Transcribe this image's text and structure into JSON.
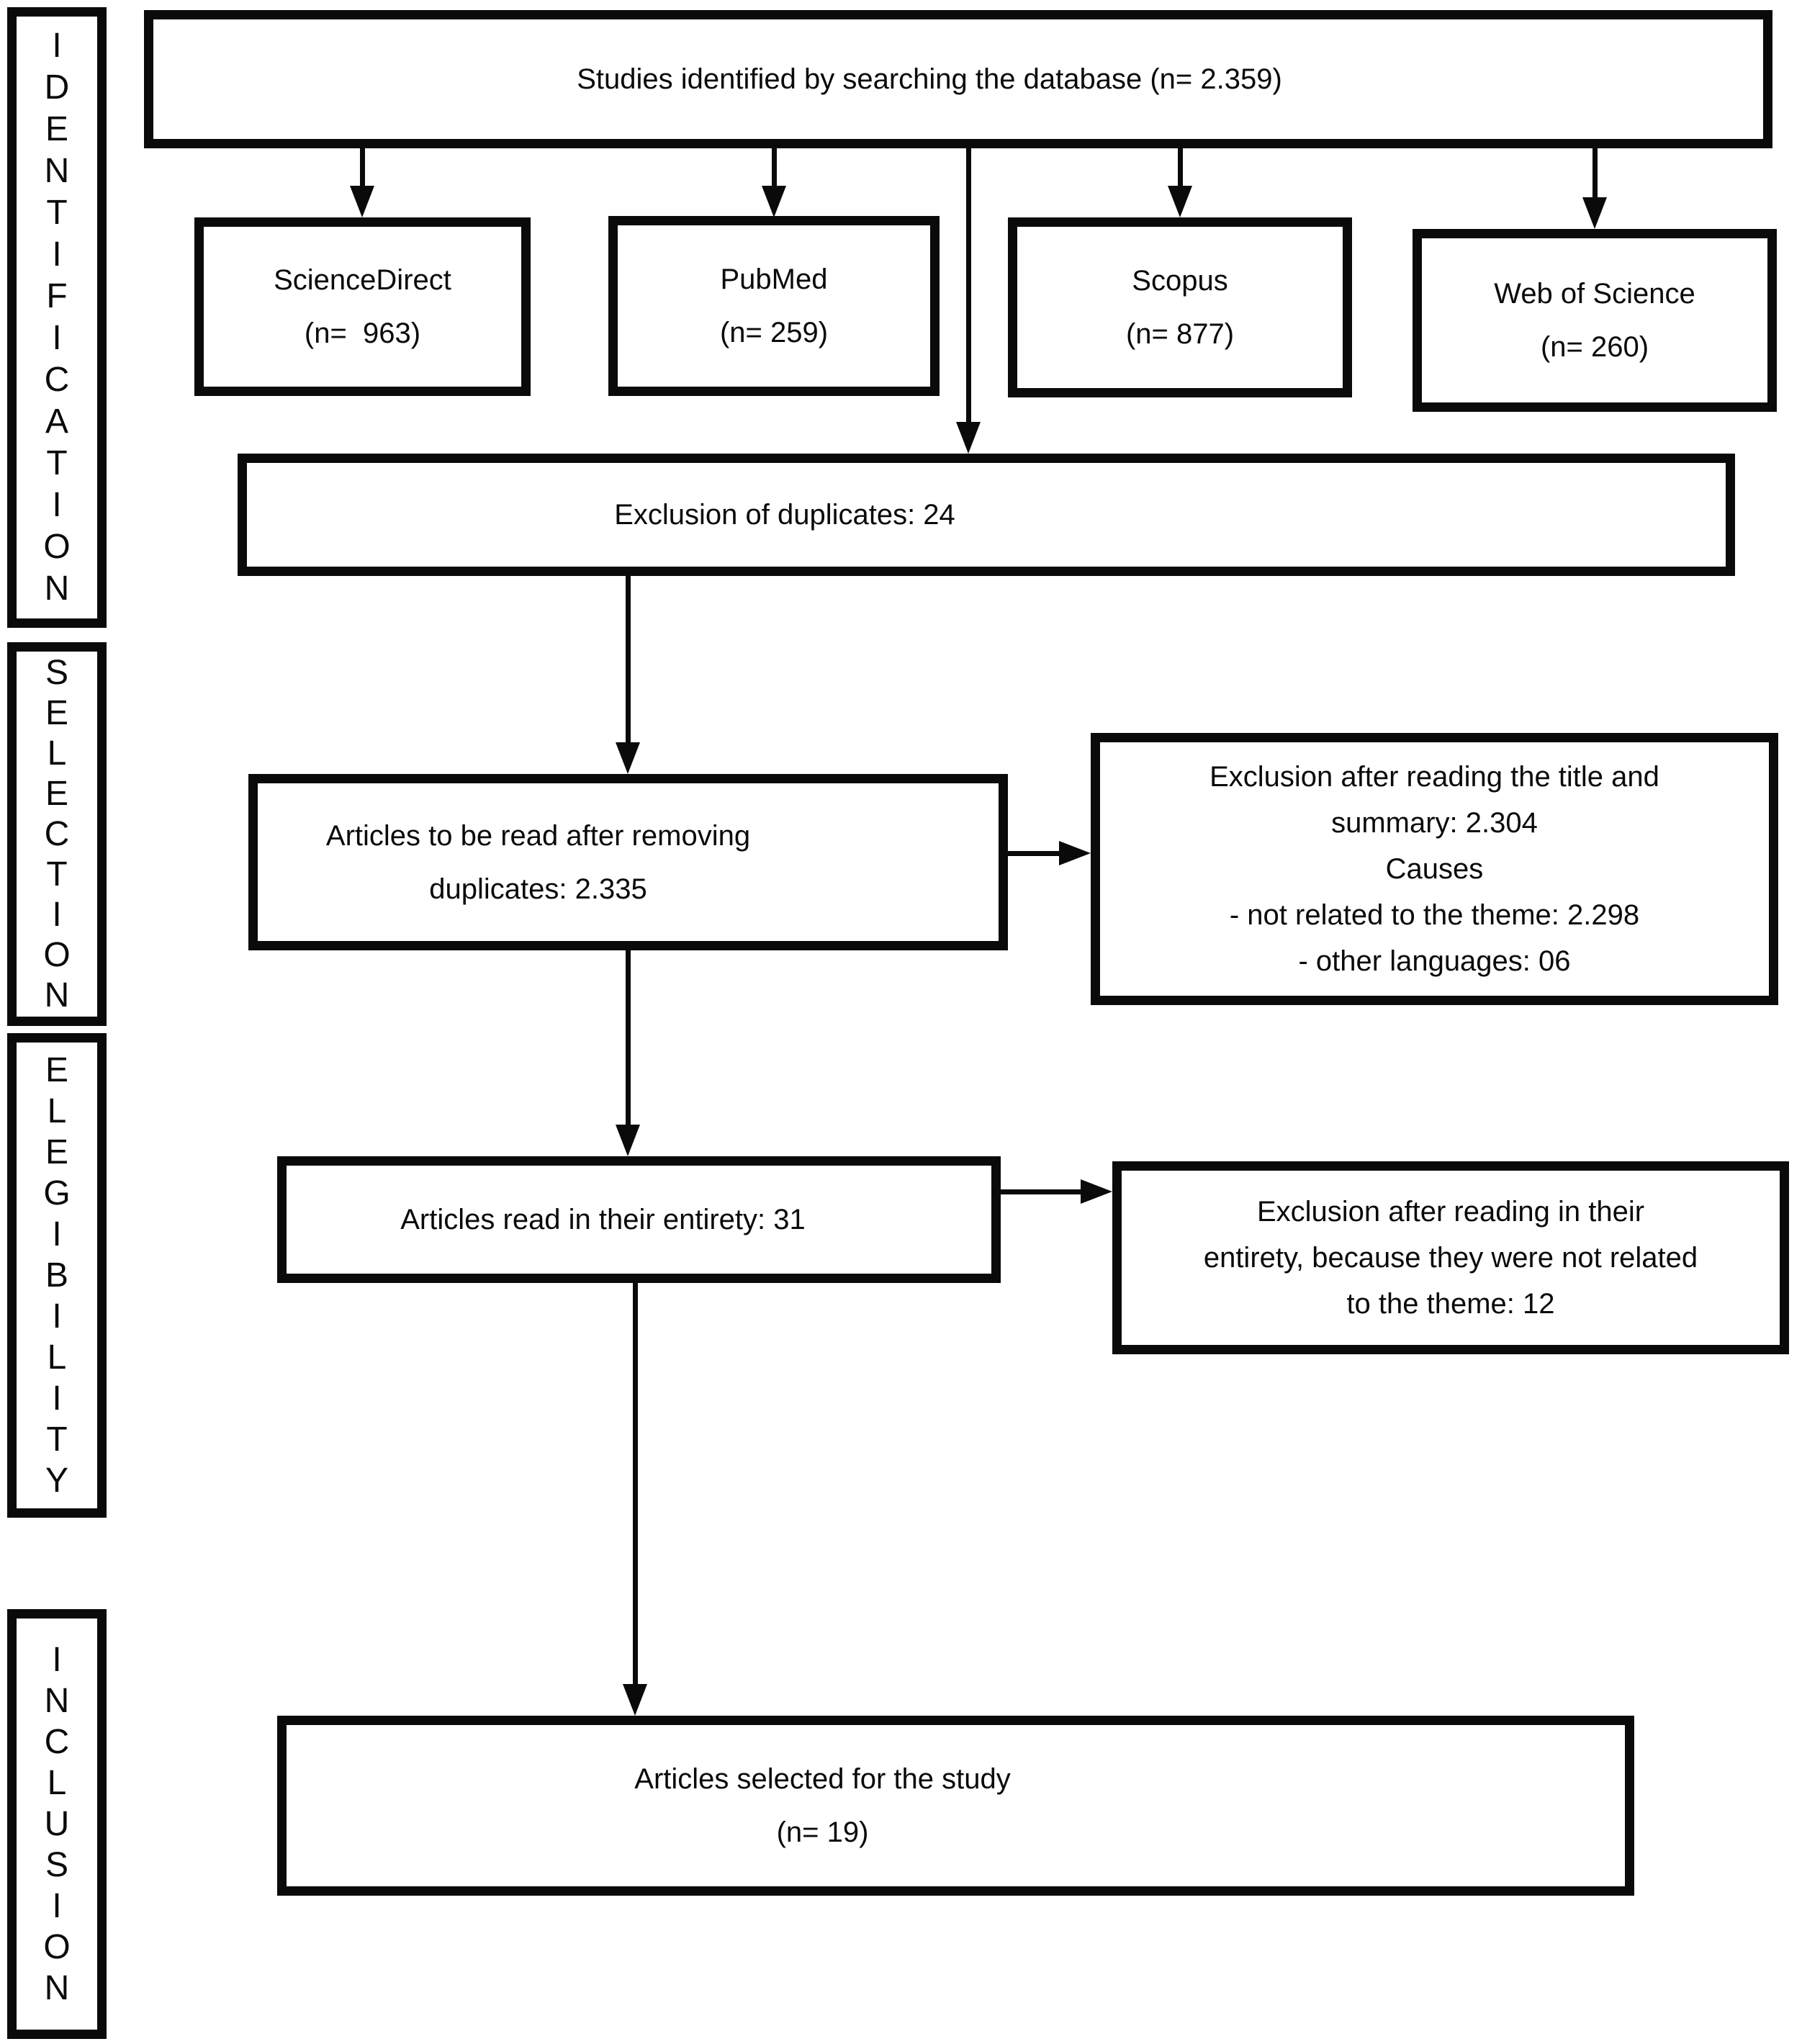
{
  "stages": [
    {
      "word": "IDENTIFICATION",
      "letters": "I\nD\nE\nN\nT\nI\nF\nI\nC\nA\nT\nI\nO\nN"
    },
    {
      "word": "SELECTION",
      "letters": "S\nE\nL\nE\nC\nT\nI\nO\nN"
    },
    {
      "word": "ELEGIBILITY",
      "letters": "E\nL\nE\nG\nI\nB\nI\nL\nI\nT\nY"
    },
    {
      "word": "INCLUSION",
      "letters": "I\nN\nC\nL\nU\nS\nI\nO\nN"
    }
  ],
  "boxes": {
    "identified": "Studies identified by searching the database (n= 2.359)",
    "duplicates": "Exclusion of duplicates: 24",
    "to_read": "Articles to be read after removing\nduplicates: 2.335",
    "exclusion_title": "Exclusion after reading the title and\nsummary: 2.304\nCauses\n- not related to the theme: 2.298\n- other languages: 06",
    "read_entirety": "Articles read in their entirety: 31",
    "exclusion_entirety": "Exclusion after reading in their\nentirety, because they were not related\nto the theme: 12",
    "selected": "Articles selected for the study\n(n= 19)"
  },
  "sources": [
    {
      "name": "ScienceDirect",
      "count": "(n=  963)"
    },
    {
      "name": "PubMed",
      "count": "(n= 259)"
    },
    {
      "name": "Scopus",
      "count": "(n= 877)"
    },
    {
      "name": "Web of Science",
      "count": "(n= 260)"
    }
  ],
  "colors": {
    "ink": "#0a0a0a",
    "background": "#ffffff"
  }
}
